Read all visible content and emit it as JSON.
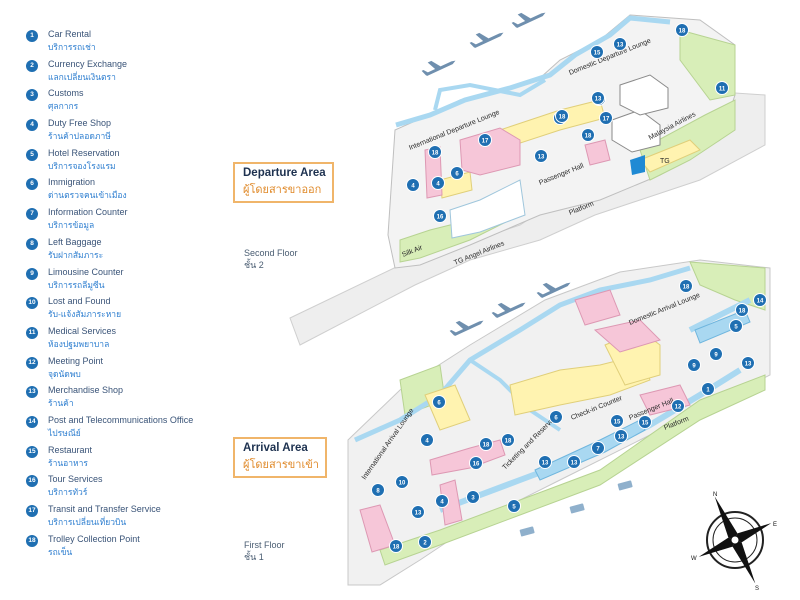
{
  "legend": [
    {
      "num": "1",
      "en": "Car Rental",
      "th": "บริการรถเช่า"
    },
    {
      "num": "2",
      "en": "Currency Exchange",
      "th": "แลกเปลี่ยนเงินตรา"
    },
    {
      "num": "3",
      "en": "Customs",
      "th": "ศุลกากร"
    },
    {
      "num": "4",
      "en": "Duty Free Shop",
      "th": "ร้านค้าปลอดภาษี"
    },
    {
      "num": "5",
      "en": "Hotel Reservation",
      "th": "บริการจองโรงแรม"
    },
    {
      "num": "6",
      "en": "Immigration",
      "th": "ด่านตรวจคนเข้าเมือง"
    },
    {
      "num": "7",
      "en": "Information Counter",
      "th": "บริการข้อมูล"
    },
    {
      "num": "8",
      "en": "Left Baggage",
      "th": "รับฝากสัมภาระ"
    },
    {
      "num": "9",
      "en": "Limousine Counter",
      "th": "บริการรถลีมูซีน"
    },
    {
      "num": "10",
      "en": "Lost and Found",
      "th": "รับ-แจ้งสัมภาระหาย"
    },
    {
      "num": "11",
      "en": "Medical Services",
      "th": "ห้องปฐมพยาบาล"
    },
    {
      "num": "12",
      "en": "Meeting Point",
      "th": "จุดนัดพบ"
    },
    {
      "num": "13",
      "en": "Merchandise Shop",
      "th": "ร้านค้า"
    },
    {
      "num": "14",
      "en": "Post and Telecommunications Office",
      "th": "ไปรษณีย์"
    },
    {
      "num": "15",
      "en": "Restaurant",
      "th": "ร้านอาหาร"
    },
    {
      "num": "16",
      "en": "Tour Services",
      "th": "บริการทัวร์"
    },
    {
      "num": "17",
      "en": "Transit and Transfer Service",
      "th": "บริการเปลี่ยนเที่ยวบิน"
    },
    {
      "num": "18",
      "en": "Trolley Collection Point",
      "th": "รถเข็น"
    }
  ],
  "departure": {
    "title_en": "Departure Area",
    "title_th": "ผู้โดยสารขาออก",
    "floor_en": "Second  Floor",
    "floor_th": "ชั้น 2",
    "labels": {
      "intl_lounge": "International Departure Lounge",
      "domestic_lounge": "Domestic Departure Lounge",
      "malaysia": "Malaysia Airlines",
      "tg": "TG",
      "passenger_hall": "Passenger Hall",
      "platform": "Platform",
      "tg_angel": "TG Angel Airlines",
      "silk_air": "Silk Air"
    },
    "markers": [
      "13",
      "18",
      "15",
      "13",
      "18",
      "11",
      "18",
      "13",
      "17",
      "18",
      "17",
      "13",
      "18",
      "6",
      "4",
      "4",
      "16"
    ]
  },
  "arrival": {
    "title_en": "Arrival Area",
    "title_th": "ผู้โดยสารขาเข้า",
    "floor_en": "First Floor",
    "floor_th": "ชั้น 1",
    "labels": {
      "intl_lounge": "International Arrival Lounge",
      "domestic_lounge": "Domestic Arrival Lounge",
      "checkin": "Check-in Counter",
      "passenger_hall": "Passenger Hall",
      "platform": "Platform",
      "ticketing": "Ticketing and Reservation"
    },
    "markers": [
      "18",
      "14",
      "5",
      "18",
      "9",
      "9",
      "13",
      "1",
      "12",
      "15",
      "13",
      "15",
      "7",
      "13",
      "13",
      "18",
      "6",
      "6",
      "4",
      "18",
      "16",
      "10",
      "8",
      "4",
      "3",
      "13",
      "5",
      "18",
      "2",
      "9"
    ]
  },
  "compass": {
    "n": "N",
    "s": "S",
    "e": "E",
    "w": "W"
  },
  "colors": {
    "marker": "#1f6fb2",
    "lounge": "#b9e4f5",
    "shop_yellow": "#fff3b0",
    "pink": "#f6c6d8",
    "green": "#d8eeb8",
    "floor": "#f1f1f1"
  }
}
